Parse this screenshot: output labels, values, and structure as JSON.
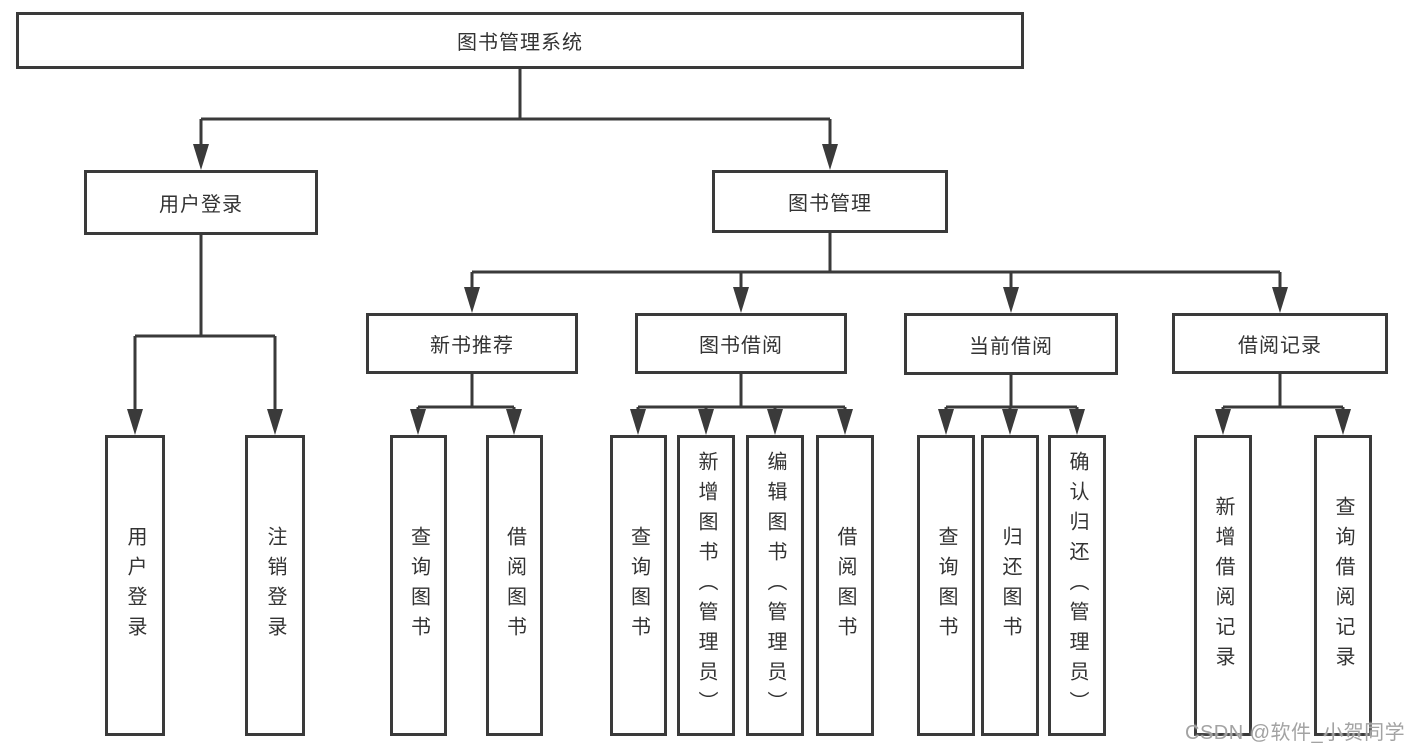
{
  "root": {
    "label": "图书管理系统"
  },
  "level2": [
    {
      "label": "用户登录",
      "children": [
        {
          "label": "用户登录"
        },
        {
          "label": "注销登录"
        }
      ]
    },
    {
      "label": "图书管理",
      "children": [
        {
          "label": "新书推荐",
          "children": [
            {
              "label": "查询图书"
            },
            {
              "label": "借阅图书"
            }
          ]
        },
        {
          "label": "图书借阅",
          "children": [
            {
              "label": "查询图书"
            },
            {
              "label": "新增图书（管理员）"
            },
            {
              "label": "编辑图书（管理员）"
            },
            {
              "label": "借阅图书"
            }
          ]
        },
        {
          "label": "当前借阅",
          "children": [
            {
              "label": "查询图书"
            },
            {
              "label": "归还图书"
            },
            {
              "label": "确认归还（管理员）"
            }
          ]
        },
        {
          "label": "借阅记录",
          "children": [
            {
              "label": "新增借阅记录"
            },
            {
              "label": "查询借阅记录"
            }
          ]
        }
      ]
    }
  ],
  "watermark": "CSDN @软件_小贺同学",
  "colors": {
    "line": "#3a3a3a",
    "text": "#333333",
    "watermark": "#a3a3a3",
    "background": "#ffffff"
  }
}
